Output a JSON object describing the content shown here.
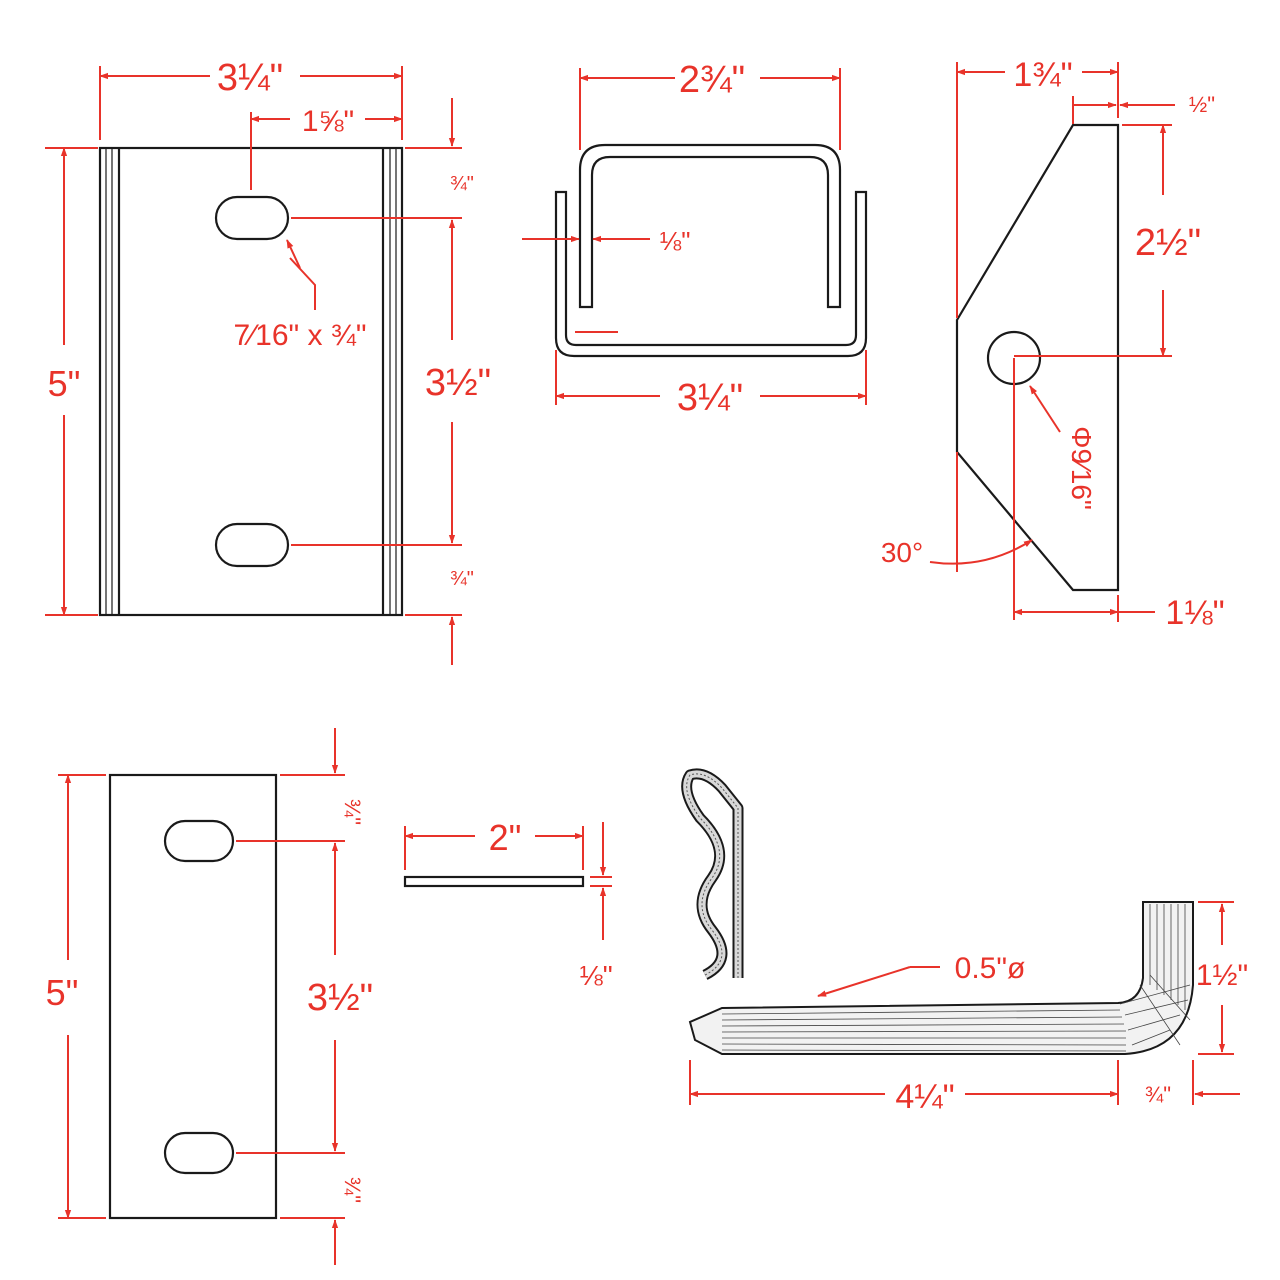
{
  "colors": {
    "dimension": "#e8332a",
    "outline": "#1a1a1a",
    "background": "#ffffff"
  },
  "bracket_front": {
    "width": "3¼\"",
    "slot_offset": "1⅝\"",
    "height": "5\"",
    "top_margin": "¾\"",
    "bottom_margin": "¾\"",
    "slot_spacing": "3½\"",
    "slot_size": "7⁄16\" x ¾\""
  },
  "bracket_top": {
    "inner_width": "2¾\"",
    "thickness": "⅛\"",
    "outer_width": "3¼\""
  },
  "bracket_side": {
    "top_width": "1¾\"",
    "top_step": "½\"",
    "upper_height": "2½\"",
    "hole_diameter": "Φ9⁄16\"",
    "angle": "30°",
    "bottom_width": "1⅛\""
  },
  "plate": {
    "height": "5\"",
    "top_margin": "¾\"",
    "slot_spacing": "3½\"",
    "bottom_margin": "¾\""
  },
  "plate_edge": {
    "width": "2\"",
    "thickness": "⅛\""
  },
  "pin": {
    "diameter": "0.5\"ø",
    "length": "4¼\"",
    "bend_height": "1½\"",
    "bend_width": "¾\""
  }
}
